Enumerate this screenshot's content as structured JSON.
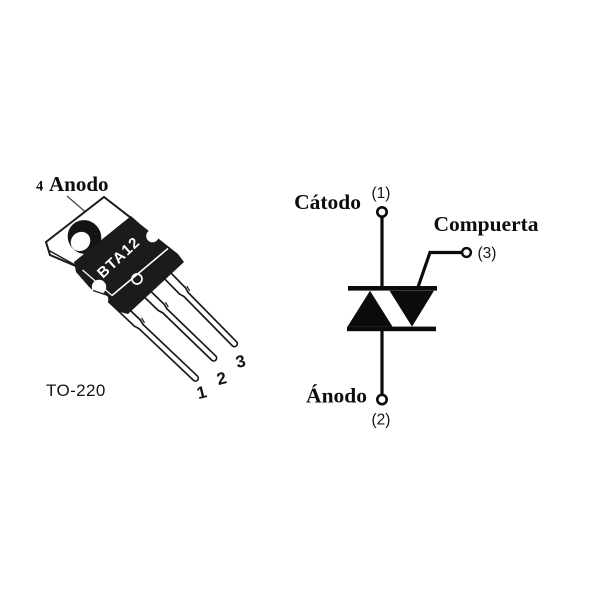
{
  "colors": {
    "background": "#ffffff",
    "ink": "#0b0b0b",
    "package_body": "#1b1b1b"
  },
  "package_view": {
    "tab_pin_number": "4",
    "tab_pin_label": "Anodo",
    "part_number": "BTA12",
    "package_name": "TO-220",
    "pin_numbers": [
      "1",
      "2",
      "3"
    ]
  },
  "schematic_view": {
    "terminals": [
      {
        "name": "Cátodo",
        "number": "(1)"
      },
      {
        "name": "Ánodo",
        "number": "(2)"
      },
      {
        "name": "Compuerta",
        "number": "(3)"
      }
    ]
  }
}
